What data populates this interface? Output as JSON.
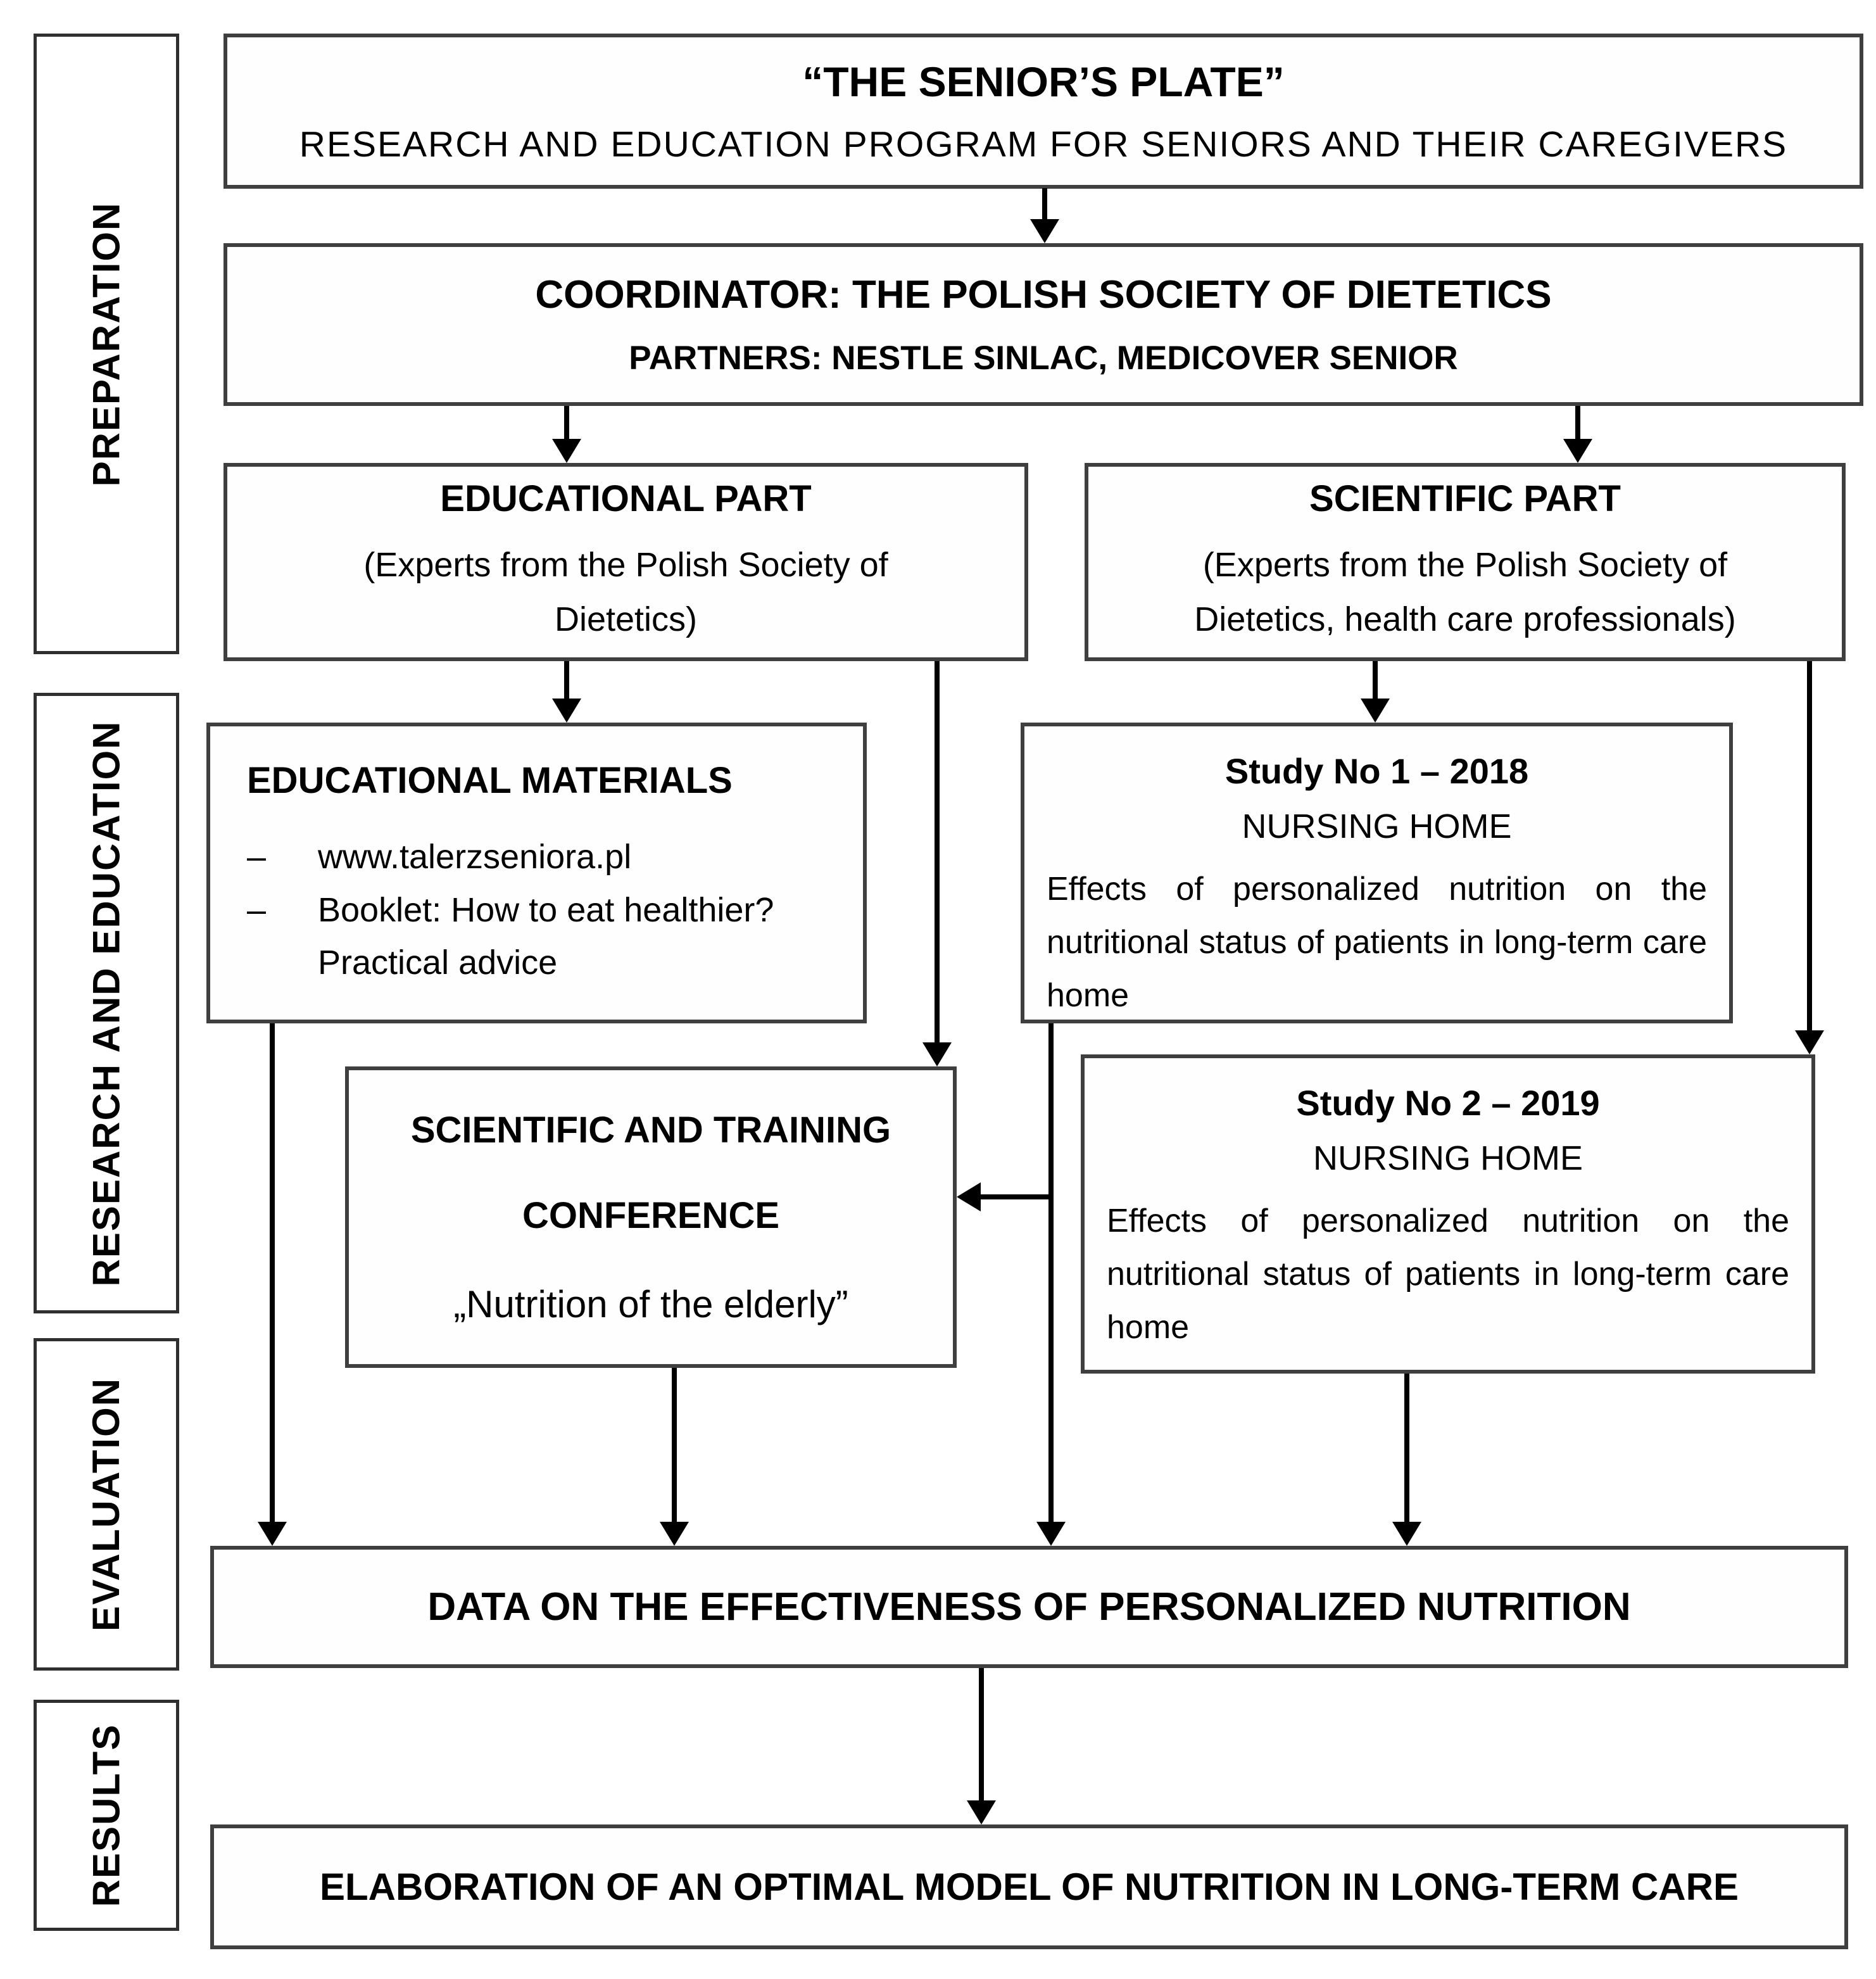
{
  "colors": {
    "background": "#ffffff",
    "text": "#000000",
    "box_border": "#3f3f3f",
    "arrow": "#000000"
  },
  "sidebar": {
    "items": [
      {
        "label": "PREPARATION"
      },
      {
        "label": "RESEARCH AND EDUCATION"
      },
      {
        "label": "EVALUATION"
      },
      {
        "label": "RESULTS"
      }
    ]
  },
  "flow": {
    "title": {
      "line1": "“THE SENIOR’S PLATE”",
      "line2": "RESEARCH AND EDUCATION PROGRAM FOR SENIORS AND THEIR CAREGIVERS"
    },
    "coordinator": {
      "line1": "COORDINATOR: THE POLISH SOCIETY OF DIETETICS",
      "line2": "PARTNERS: NESTLE SINLAC, MEDICOVER SENIOR"
    },
    "educational_part": {
      "title": "EDUCATIONAL PART",
      "subtitle": "(Experts from the Polish Society of Dietetics)"
    },
    "scientific_part": {
      "title": "SCIENTIFIC PART",
      "subtitle": "(Experts from the Polish Society of Dietetics, health care professionals)"
    },
    "educational_materials": {
      "title": "EDUCATIONAL MATERIALS",
      "bullet_marker": "–",
      "bullets": [
        "www.talerzseniora.pl",
        "Booklet: How to eat healthier? Practical advice"
      ]
    },
    "study1": {
      "title": "Study No 1 – 2018",
      "subtitle": "NURSING HOME",
      "body": "Effects of personalized nutrition on the nutritional status of patients in long-term care home"
    },
    "conference": {
      "line1": "SCIENTIFIC AND TRAINING",
      "line2": "CONFERENCE",
      "line3": "„Nutrition of the elderly”"
    },
    "study2": {
      "title": "Study No 2 – 2019",
      "subtitle": "NURSING HOME",
      "body": "Effects of personalized nutrition on the nutritional status of patients in long-term care home"
    },
    "data": {
      "label": "DATA ON THE EFFECTIVENESS OF PERSONALIZED NUTRITION"
    },
    "elaboration": {
      "label": "ELABORATION OF AN OPTIMAL MODEL OF NUTRITION IN LONG-TERM CARE"
    }
  }
}
